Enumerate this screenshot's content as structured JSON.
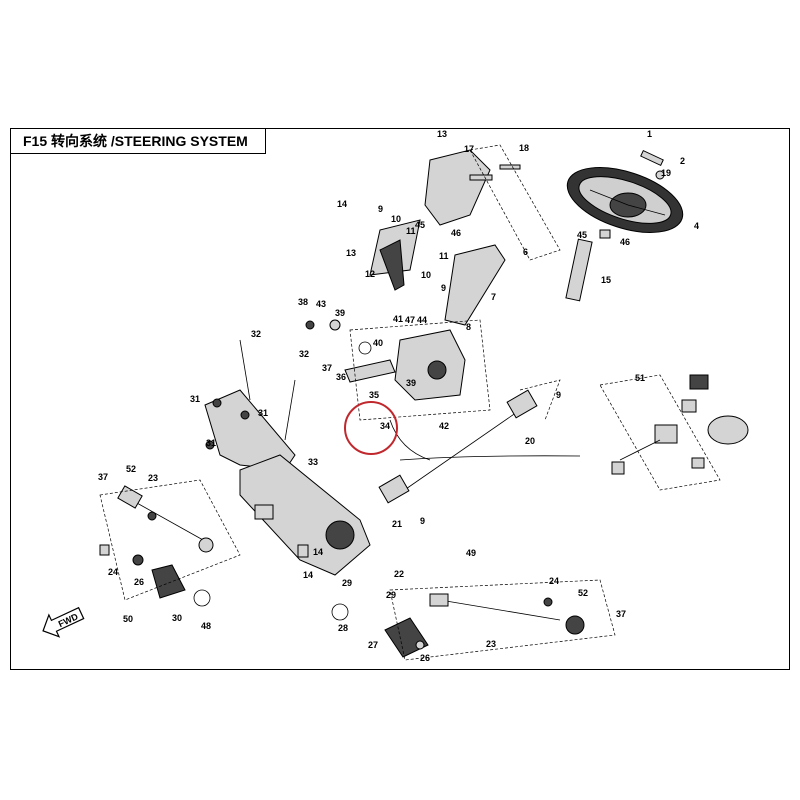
{
  "title": "F15 转向系统 /STEERING SYSTEM",
  "fwd_label": "FWD",
  "highlight_color": "#c0282d",
  "callouts": [
    "1",
    "2",
    "19",
    "4",
    "45",
    "46",
    "15",
    "13",
    "17",
    "18",
    "14",
    "9",
    "10",
    "11",
    "45",
    "46",
    "13",
    "12",
    "11",
    "10",
    "9",
    "6",
    "7",
    "8",
    "38",
    "43",
    "39",
    "41",
    "47",
    "44",
    "40",
    "37",
    "36",
    "39",
    "35",
    "34",
    "42",
    "32",
    "32",
    "31",
    "31",
    "31",
    "33",
    "37",
    "52",
    "23",
    "24",
    "26",
    "30",
    "48",
    "50",
    "9",
    "20",
    "21",
    "9",
    "14",
    "14",
    "29",
    "22",
    "29",
    "28",
    "49",
    "24",
    "52",
    "37",
    "23",
    "27",
    "26",
    "51"
  ],
  "icons": [
    "fwd-arrow-icon"
  ]
}
